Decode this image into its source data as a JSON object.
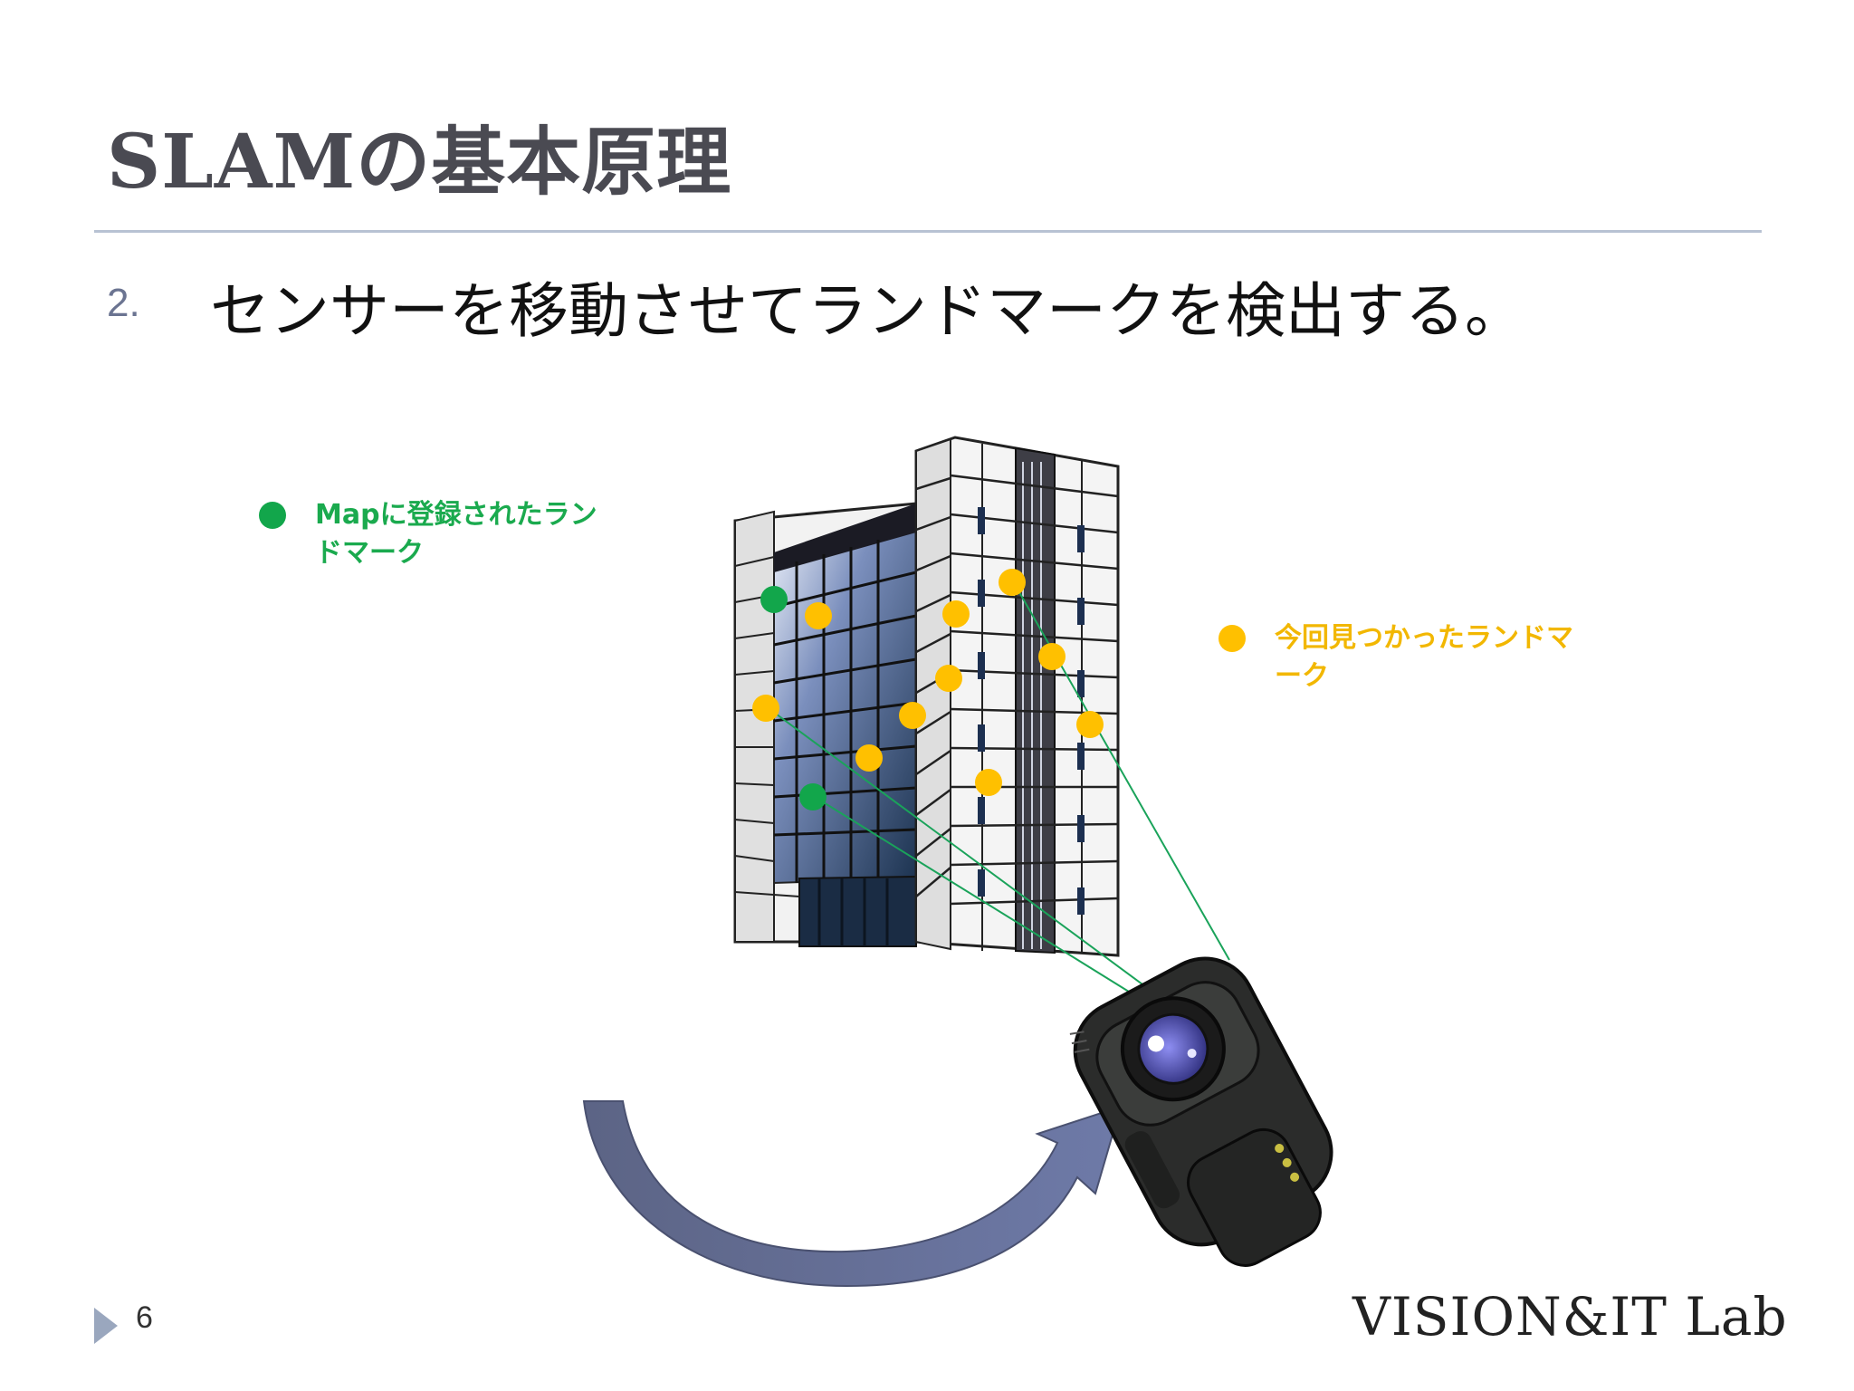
{
  "slide": {
    "title": "SLAMの基本原理",
    "bullet_number": "2.",
    "bullet_text": "センサーを移動させてランドマークを検出する。",
    "page_number": "6",
    "logo_text": "VISION&IT Lab"
  },
  "legend": {
    "map_landmarks": {
      "label": "Mapに登録されたランドマーク",
      "color": "#12a64b"
    },
    "found_landmarks": {
      "label": "今回見つかったランドマーク",
      "color": "#ffc000"
    }
  },
  "illustration": {
    "building_icon": "office-building-icon",
    "camera_icon": "video-camera-icon",
    "arrow_icon": "curved-arrow-icon"
  }
}
